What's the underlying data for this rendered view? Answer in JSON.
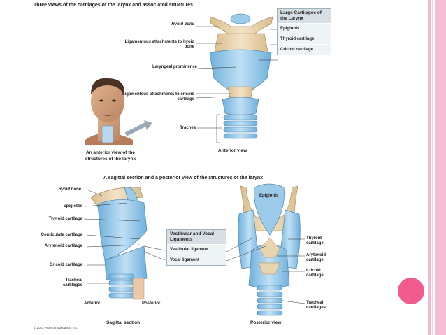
{
  "headings": {
    "top": "Three views of the cartilages of the larynx and associated structures",
    "bottom": "A sagittal section and a posterior view of the structures of the larynx"
  },
  "anterior_labels": {
    "hyoid": "Hyoid bone",
    "lig_hyoid": "Ligamentous attachments to hyoid bone",
    "laryngeal": "Laryngeal prominence",
    "lig_cricoid": "Ligamentous attachments to cricoid cartilage",
    "trachea": "Trachea"
  },
  "large_box": {
    "title": "Large Cartilages of the Larynx",
    "items": [
      "Epiglottis",
      "Thyroid cartilage",
      "Cricoid cartilage"
    ]
  },
  "captions": {
    "face": "An anterior view of the structures of the larynx",
    "anterior": "Anterior view",
    "sagittal": "Sagittal section",
    "posterior": "Posterior view"
  },
  "sagittal_labels": {
    "hyoid": "Hyoid bone",
    "epiglottis": "Epiglottis",
    "thyroid": "Thyroid cartilage",
    "corniculate": "Corniculate cartilage",
    "arytenoid": "Arytenoid cartilage",
    "cricoid": "Cricoid cartilage",
    "tracheal": "Tracheal cartilages",
    "anterior": "Anterior",
    "posterior": "Posterior"
  },
  "vocal_box": {
    "title": "Vestibular and Vocal Ligaments",
    "items": [
      "Vestibular ligament",
      "Vocal ligament"
    ]
  },
  "posterior_labels": {
    "epiglottis": "Epiglottis",
    "thyroid": "Thyroid cartilage",
    "arytenoid": "Arytenoid cartilage",
    "cricoid": "Cricoid cartilage",
    "tracheal": "Tracheal cartilages"
  },
  "copyright": "© 2011 Pearson Education, Inc.",
  "colors": {
    "cartilage_blue": "#8cc3e6",
    "bone_tan": "#e8d2ac",
    "accent_pink": "#f25b8d"
  }
}
